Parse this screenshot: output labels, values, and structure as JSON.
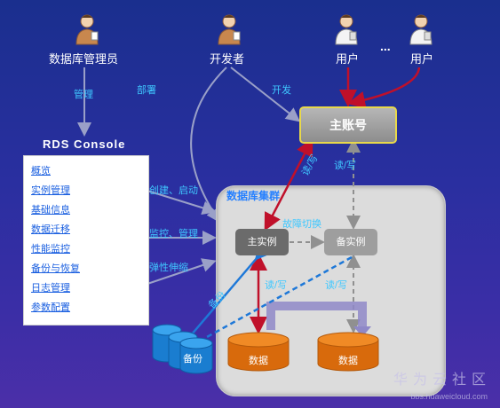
{
  "roles": {
    "dba": "数据库管理员",
    "developer": "开发者",
    "user1": "用户",
    "user2": "用户",
    "ellipsis": "..."
  },
  "edges": {
    "manage": "管理",
    "deploy": "部署",
    "develop": "开发",
    "readwrite_master": "读/写",
    "readwrite_standby": "读/写",
    "create_start": "创建、启动",
    "monitor_manage": "监控、管理",
    "elastic_scale": "弹性伸缩",
    "backup": "备份",
    "failover": "故障切换",
    "rw_data_master": "读/写",
    "rw_data_standby": "读/写"
  },
  "main_account": "主账号",
  "console": {
    "title": "RDS Console",
    "items": [
      "概览",
      "实例管理",
      "基础信息",
      "数据迁移",
      "性能监控",
      "备份与恢复",
      "日志管理",
      "参数配置"
    ]
  },
  "cluster": {
    "label": "数据库集群",
    "master": "主实例",
    "standby": "备实例",
    "data1": "数据",
    "data2": "数据",
    "backup_store": "备份"
  },
  "watermark": {
    "brand": "华为云社区",
    "url": "bbs.huaweicloud.com"
  },
  "colors": {
    "background": "#2a2fa0",
    "cyan_text": "#3fc8ff",
    "red_arrow": "#c0102a",
    "blue_arrow": "#1e78d8",
    "db_orange": "#e07010",
    "db_blue": "#1e8ad8"
  }
}
